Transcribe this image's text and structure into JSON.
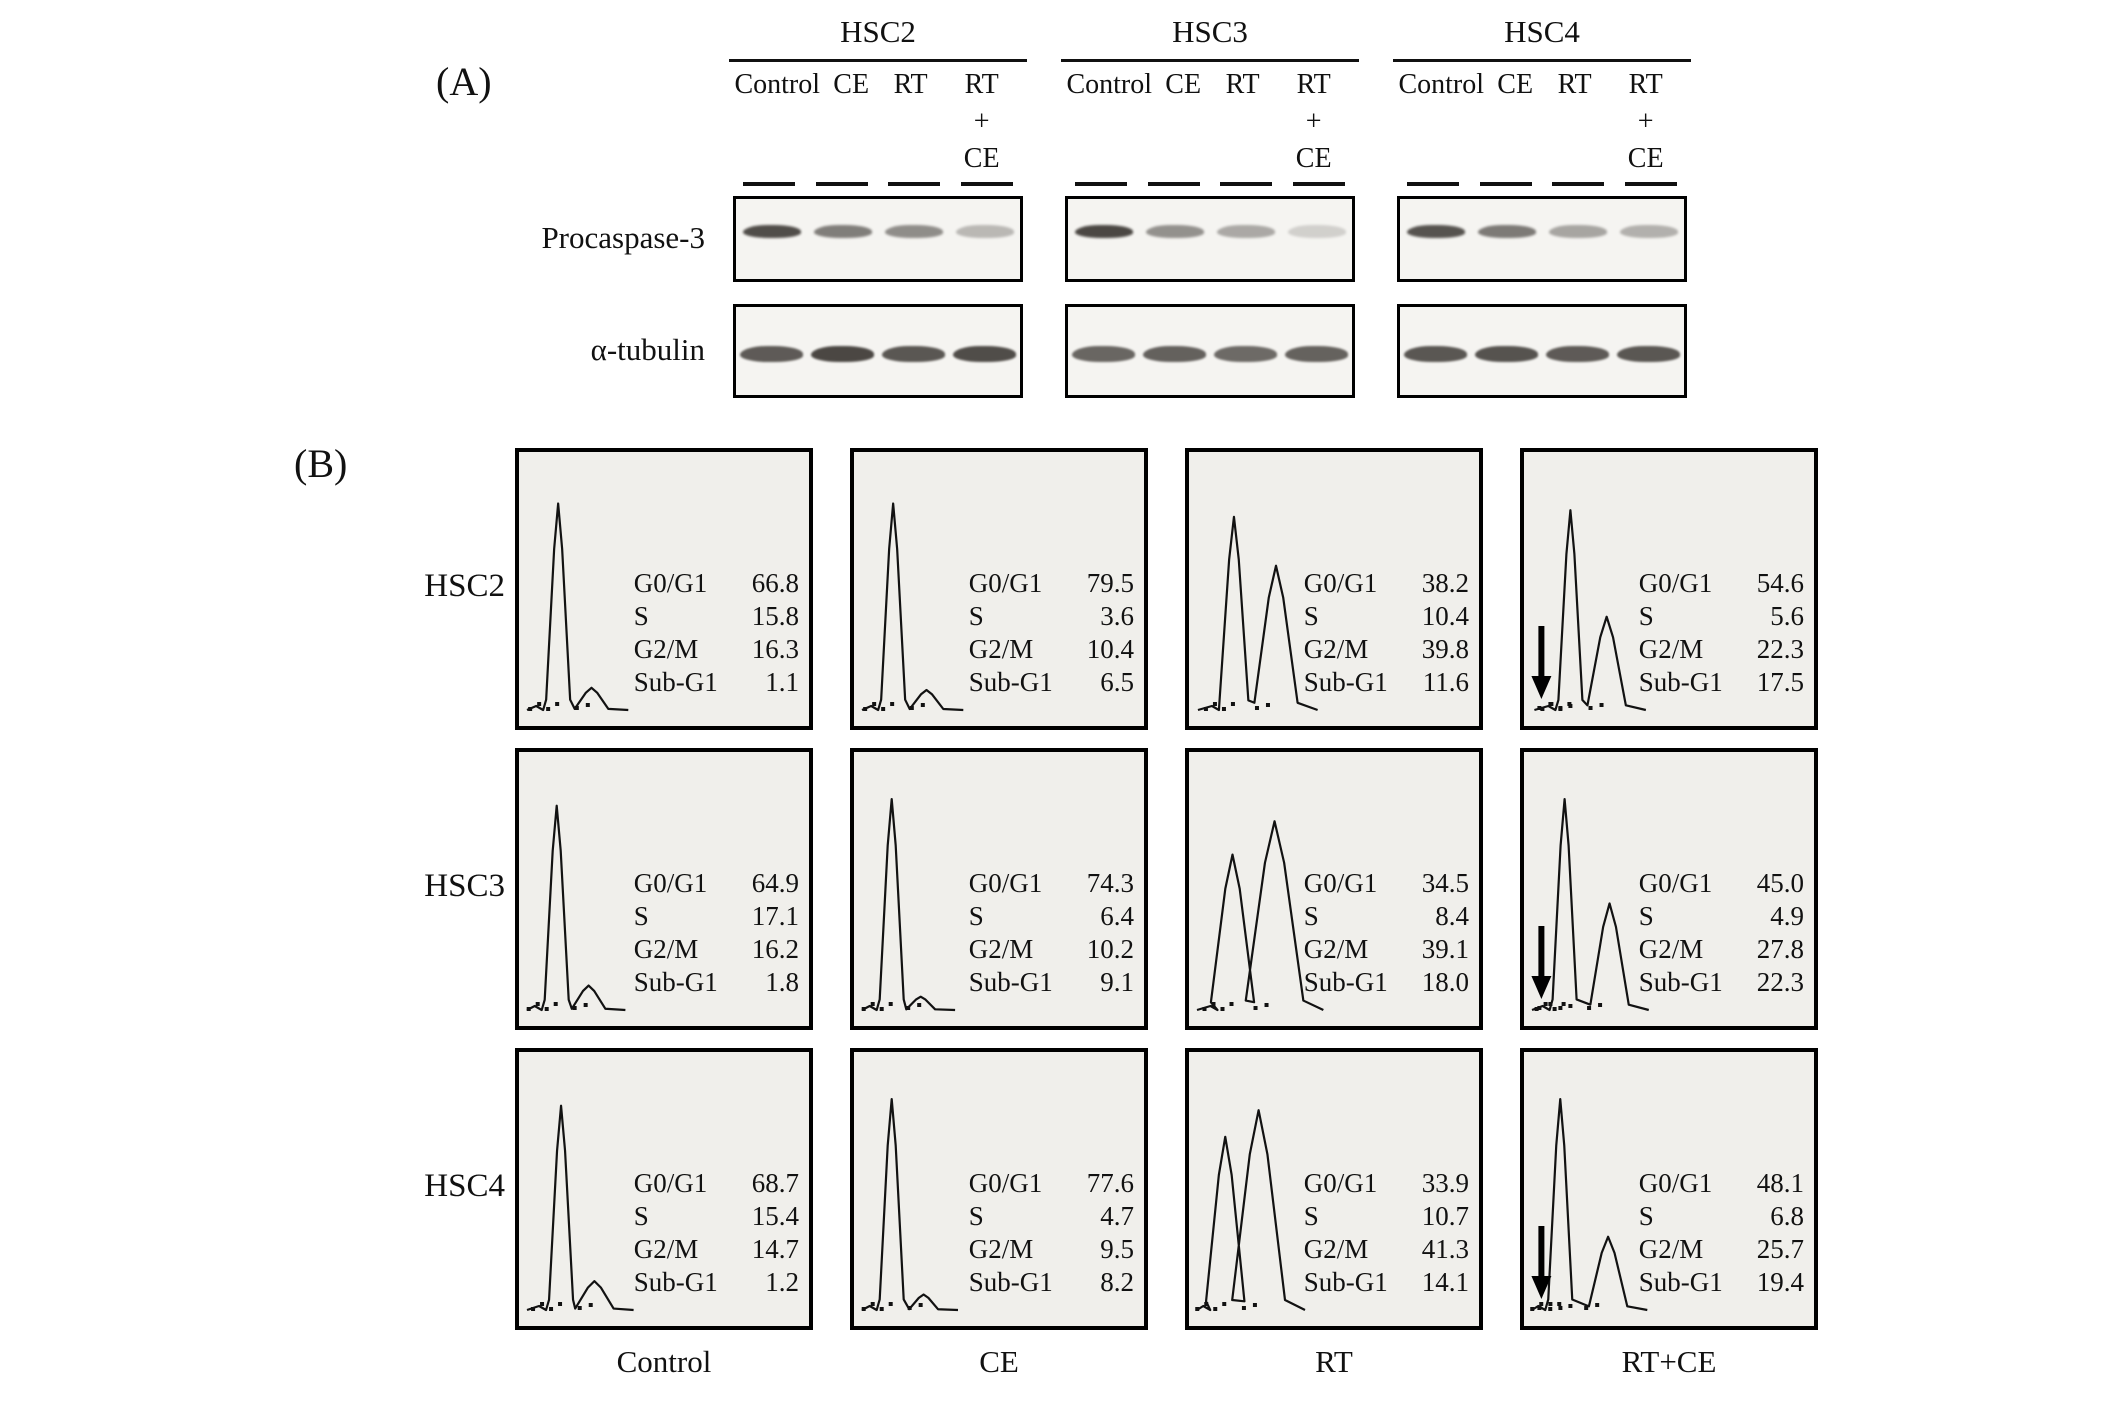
{
  "figure": {
    "panel_a": {
      "label": "(A)",
      "protein_labels": [
        "Procaspase-3",
        "α-tubulin"
      ],
      "groups": [
        {
          "cell_line": "HSC2",
          "lanes": [
            "Control",
            "CE",
            "RT",
            "RT"
          ],
          "lane_extra": [
            "+",
            "CE"
          ],
          "procaspase_band_intensity": [
            0.85,
            0.6,
            0.52,
            0.3
          ],
          "tubulin_band_intensity": [
            0.78,
            0.88,
            0.8,
            0.85
          ]
        },
        {
          "cell_line": "HSC3",
          "lanes": [
            "Control",
            "CE",
            "RT",
            "RT"
          ],
          "lane_extra": [
            "+",
            "CE"
          ],
          "procaspase_band_intensity": [
            0.88,
            0.5,
            0.38,
            0.18
          ],
          "tubulin_band_intensity": [
            0.72,
            0.75,
            0.7,
            0.74
          ]
        },
        {
          "cell_line": "HSC4",
          "lanes": [
            "Control",
            "CE",
            "RT",
            "RT"
          ],
          "lane_extra": [
            "+",
            "CE"
          ],
          "procaspase_band_intensity": [
            0.82,
            0.62,
            0.4,
            0.34
          ],
          "tubulin_band_intensity": [
            0.8,
            0.82,
            0.78,
            0.8
          ]
        }
      ]
    },
    "panel_b": {
      "label": "(B)",
      "row_labels": [
        "HSC2",
        "HSC3",
        "HSC4"
      ],
      "column_labels": [
        "Control",
        "CE",
        "RT",
        "RT+CE"
      ],
      "stat_labels": [
        "G0/G1",
        "S",
        "G2/M",
        "Sub-G1"
      ],
      "rows": [
        {
          "cell_line": "HSC2",
          "panels": [
            {
              "condition": "Control",
              "stats": [
                "66.8",
                "15.8",
                "16.3",
                "1.1"
              ],
              "peaks": [
                [
                  0.135,
                  0.93,
                  5
                ],
                [
                  0.25,
                  0.1,
                  7
                ]
              ],
              "arrow": false
            },
            {
              "condition": "CE",
              "stats": [
                "79.5",
                "3.6",
                "10.4",
                "6.5"
              ],
              "peaks": [
                [
                  0.135,
                  0.93,
                  5
                ],
                [
                  0.25,
                  0.09,
                  7
                ]
              ],
              "arrow": false
            },
            {
              "condition": "RT",
              "stats": [
                "38.2",
                "10.4",
                "39.8",
                "11.6"
              ],
              "peaks": [
                [
                  0.155,
                  0.87,
                  6
                ],
                [
                  0.3,
                  0.65,
                  9
                ]
              ],
              "arrow": false
            },
            {
              "condition": "RT+CE",
              "stats": [
                "54.6",
                "5.6",
                "22.3",
                "17.5"
              ],
              "peaks": [
                [
                  0.16,
                  0.9,
                  5
                ],
                [
                  0.285,
                  0.42,
                  8
                ]
              ],
              "arrow": true
            }
          ]
        },
        {
          "cell_line": "HSC3",
          "panels": [
            {
              "condition": "Control",
              "stats": [
                "64.9",
                "17.1",
                "16.2",
                "1.8"
              ],
              "peaks": [
                [
                  0.13,
                  0.92,
                  5
                ],
                [
                  0.24,
                  0.11,
                  7
                ]
              ],
              "arrow": false
            },
            {
              "condition": "CE",
              "stats": [
                "74.3",
                "6.4",
                "10.2",
                "9.1"
              ],
              "peaks": [
                [
                  0.13,
                  0.95,
                  5
                ],
                [
                  0.23,
                  0.06,
                  6
                ]
              ],
              "arrow": false
            },
            {
              "condition": "RT",
              "stats": [
                "34.5",
                "8.4",
                "39.1",
                "18.0"
              ],
              "peaks": [
                [
                  0.15,
                  0.7,
                  9
                ],
                [
                  0.295,
                  0.85,
                  12
                ]
              ],
              "arrow": false
            },
            {
              "condition": "RT+CE",
              "stats": [
                "45.0",
                "4.9",
                "27.8",
                "22.3"
              ],
              "peaks": [
                [
                  0.14,
                  0.95,
                  5
                ],
                [
                  0.295,
                  0.48,
                  8
                ]
              ],
              "arrow": true
            }
          ]
        },
        {
          "cell_line": "HSC4",
          "panels": [
            {
              "condition": "Control",
              "stats": [
                "68.7",
                "15.4",
                "14.7",
                "1.2"
              ],
              "peaks": [
                [
                  0.145,
                  0.92,
                  5
                ],
                [
                  0.26,
                  0.13,
                  8
                ]
              ],
              "arrow": false
            },
            {
              "condition": "CE",
              "stats": [
                "77.6",
                "4.7",
                "9.5",
                "8.2"
              ],
              "peaks": [
                [
                  0.13,
                  0.95,
                  5
                ],
                [
                  0.24,
                  0.07,
                  6
                ]
              ],
              "arrow": false
            },
            {
              "condition": "RT",
              "stats": [
                "33.9",
                "10.7",
                "41.3",
                "14.1"
              ],
              "peaks": [
                [
                  0.125,
                  0.78,
                  8
                ],
                [
                  0.24,
                  0.9,
                  11
                ]
              ],
              "arrow": false
            },
            {
              "condition": "RT+CE",
              "stats": [
                "48.1",
                "6.8",
                "25.7",
                "19.4"
              ],
              "peaks": [
                [
                  0.125,
                  0.95,
                  5
                ],
                [
                  0.29,
                  0.33,
                  8
                ]
              ],
              "arrow": true
            }
          ]
        }
      ]
    }
  }
}
